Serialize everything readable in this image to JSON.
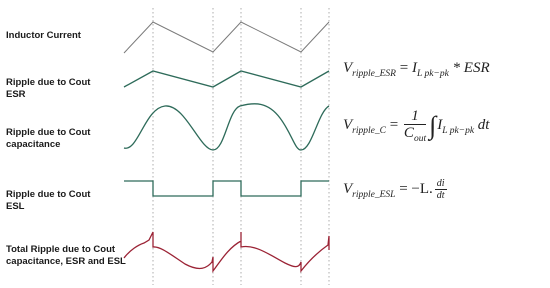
{
  "labels": {
    "inductor": [
      "Inductor Current"
    ],
    "esr": [
      "Ripple due to Cout",
      "ESR"
    ],
    "cap": [
      "Ripple due to Cout",
      "capacitance"
    ],
    "esl": [
      "Ripple due to Cout",
      "ESL"
    ],
    "total": [
      "Total Ripple due to Cout",
      "capacitance, ESR and ESL"
    ]
  },
  "equations": {
    "esr": {
      "lhs": "V",
      "lhs_sub": "ripple_ESR",
      "eq": " = ",
      "rhs": "I",
      "rhs_sub": "L pk−pk",
      "tail": " * ESR"
    },
    "cap": {
      "lhs": "V",
      "lhs_sub": "ripple_C",
      "eq": " = ",
      "num": "1",
      "den": "C",
      "den_sub": "out",
      "int": "∫",
      "rhs": "I",
      "rhs_sub": "L pk−pk",
      "tail": " dt"
    },
    "esl": {
      "lhs": "V",
      "lhs_sub": "ripple_ESL",
      "eq": " = −L.",
      "num": "di",
      "den": "dt"
    }
  },
  "colors": {
    "inductor": "#7a7a7a",
    "esr": "#2e6b5a",
    "cap": "#2e6b5a",
    "esl": "#2e6b5a",
    "total": "#9b2335",
    "guide": "#999999"
  }
}
